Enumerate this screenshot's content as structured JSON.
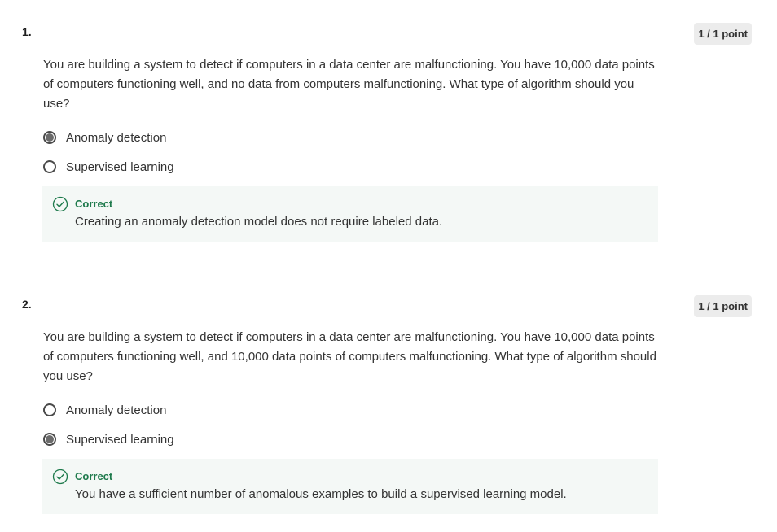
{
  "questions": [
    {
      "number": "1.",
      "points": "1 / 1 point",
      "text": "You are building a system to detect if computers in a data center are malfunctioning. You have 10,000 data points of computers functioning well, and no data from computers malfunctioning. What type of algorithm should you use?",
      "options": [
        {
          "label": "Anomaly detection",
          "selected": true
        },
        {
          "label": "Supervised learning",
          "selected": false
        }
      ],
      "feedback": {
        "status": "Correct",
        "message": "Creating an anomaly detection model does not require labeled data."
      }
    },
    {
      "number": "2.",
      "points": "1 / 1 point",
      "text": "You are building a system to detect if computers in a data center are malfunctioning. You have 10,000 data points of computers functioning well, and 10,000 data points of computers malfunctioning. What type of algorithm should you use?",
      "options": [
        {
          "label": "Anomaly detection",
          "selected": false
        },
        {
          "label": "Supervised learning",
          "selected": true
        }
      ],
      "feedback": {
        "status": "Correct",
        "message": "You have a sufficient number of anomalous examples to build a supervised learning model."
      }
    }
  ],
  "colors": {
    "correct": "#1e7a4c",
    "feedback_bg": "#f4f8f6",
    "points_bg": "#ececec"
  },
  "icons": {
    "feedback": "check-circle-icon",
    "option": "radio-button"
  }
}
